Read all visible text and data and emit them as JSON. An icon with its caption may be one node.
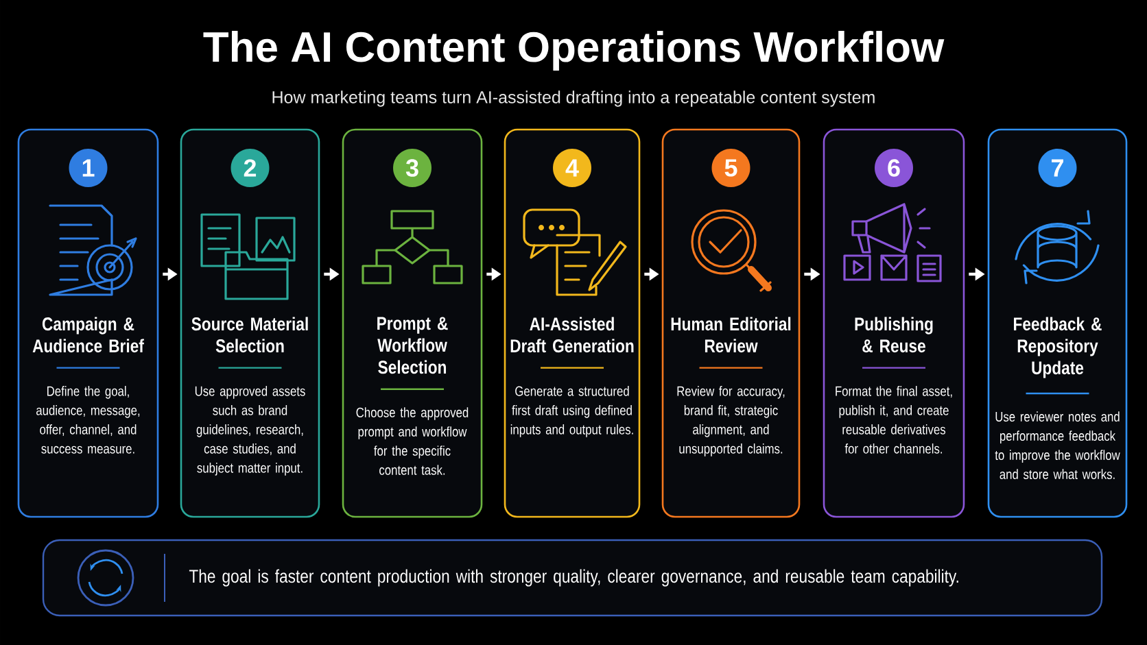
{
  "diagram": {
    "title": "The AI Content Operations Workflow",
    "caption": "How marketing teams turn AI-assisted drafting into a repeatable content system",
    "nodes": [
      {
        "text": [
          "1",
          "Campaign & Audience Brief",
          "Define the goal, audience, message, offer, channel, and success measure."
        ]
      },
      {
        "text": [
          "2",
          "Source Material Selection",
          "Use approved assets such as brand guidelines, research, case studies, and subject matter input."
        ]
      },
      {
        "text": [
          "3",
          "Prompt & Workflow Selection",
          "Choose the approved prompt and workflow for the specific content task."
        ]
      },
      {
        "text": [
          "4",
          "AI-Assisted Draft Generation",
          "Generate a structured first draft using defined inputs and output rules."
        ]
      },
      {
        "text": [
          "5",
          "Human Editorial Review",
          "Review for accuracy, brand fit, strategic alignment, and unsupported claims."
        ]
      },
      {
        "text": [
          "6",
          "Publishing & Reuse",
          "Format the final asset, publish it, and create reusable derivatives for other channels."
        ]
      },
      {
        "text": [
          "7",
          "Feedback & Repository Update",
          "Use reviewer notes and performance feedback to improve the workflow and store what works."
        ]
      },
      {
        "text": [
          "The goal is faster content production with stronger quality, clearer governance, and reusable team capability."
        ]
      }
    ],
    "edges": [
      {
        "from": 0,
        "to": 1,
        "arrow": "to"
      },
      {
        "from": 1,
        "to": 2,
        "arrow": "to"
      },
      {
        "from": 2,
        "to": 3,
        "arrow": "to"
      },
      {
        "from": 3,
        "to": 4,
        "arrow": "to"
      },
      {
        "from": 4,
        "to": 5,
        "arrow": "to"
      },
      {
        "from": 5,
        "to": 6,
        "arrow": "to"
      }
    ]
  }
}
